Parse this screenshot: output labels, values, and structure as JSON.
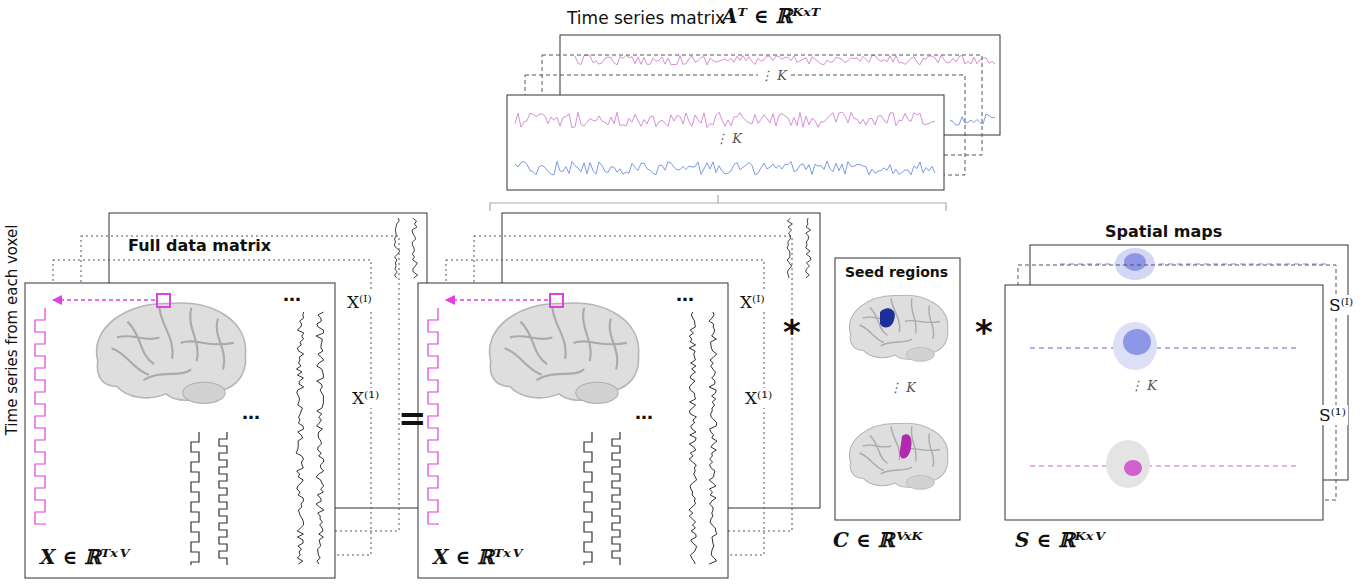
{
  "diagram": {
    "nodes": [
      {
        "text": [
          "Time series matrix",
          "Aᵀ ∈ ℝᴷˣᵀ",
          "⋮ K",
          "⋮ K"
        ]
      },
      {
        "text": [
          "Full data matrix",
          "X ∈ ℝᵀˣⱽ",
          "X⁽ᴵ⁾",
          "X⁽¹⁾",
          "…",
          "…"
        ]
      },
      {
        "text": [
          "X ∈ ℝᵀˣⱽ",
          "X⁽ᴵ⁾",
          "X⁽¹⁾",
          "…",
          "…"
        ]
      },
      {
        "text": [
          "Seed regions",
          "⋮ K",
          "C ∈ ℝⱽˣᴷ"
        ]
      },
      {
        "text": [
          "Spatial maps",
          "⋮ K",
          "S⁽ᴵ⁾",
          "S⁽¹⁾",
          "S ∈ ℝᴷˣⱽ"
        ]
      }
    ],
    "labels": [
      "Time series from each voxel",
      "=",
      "*",
      "*"
    ]
  }
}
